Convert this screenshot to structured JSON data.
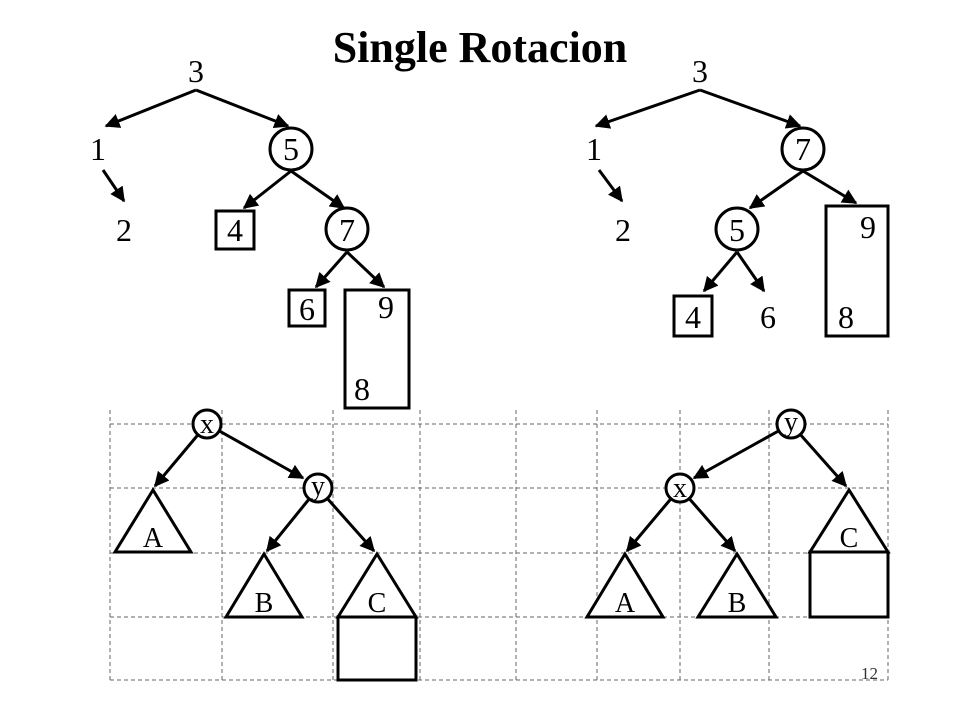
{
  "title": "Single Rotacion",
  "page_number": "12",
  "before_tree": {
    "root": "3",
    "left": "1",
    "left_child": "2",
    "n5": "5",
    "n4": "4",
    "n7": "7",
    "n6": "6",
    "n9": "9",
    "n8": "8"
  },
  "after_tree": {
    "root": "3",
    "left": "1",
    "left_child": "2",
    "n7": "7",
    "n5": "5",
    "n9": "9",
    "n4": "4",
    "n6": "6",
    "n8": "8"
  },
  "before_rotation": {
    "x": "x",
    "y": "y",
    "a": "A",
    "b": "B",
    "c": "C"
  },
  "after_rotation": {
    "x": "x",
    "y": "y",
    "a": "A",
    "b": "B",
    "c": "C"
  }
}
